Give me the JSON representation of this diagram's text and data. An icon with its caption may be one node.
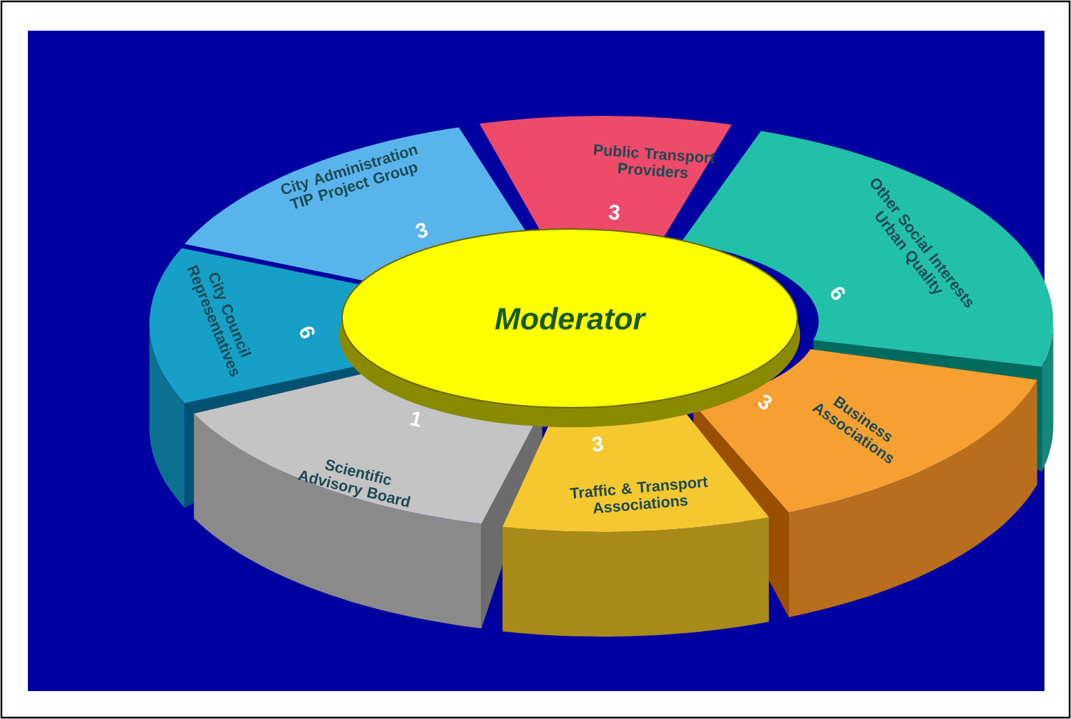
{
  "diagram": {
    "nodes": [
      {
        "text": [
          "Moderator"
        ]
      },
      {
        "text": [
          "City Administration TIP Project Group",
          "3"
        ]
      },
      {
        "text": [
          "Public Transport Providers",
          "3"
        ]
      },
      {
        "text": [
          "Other Social Interests Urban Quality",
          "6"
        ]
      },
      {
        "text": [
          "Business Associations",
          "3"
        ]
      },
      {
        "text": [
          "Traffic & Transport Associations",
          "3"
        ]
      },
      {
        "text": [
          "Scientific Advisory Board",
          "1"
        ]
      },
      {
        "text": [
          "City Council Representatives",
          "6"
        ]
      }
    ],
    "edges": []
  }
}
